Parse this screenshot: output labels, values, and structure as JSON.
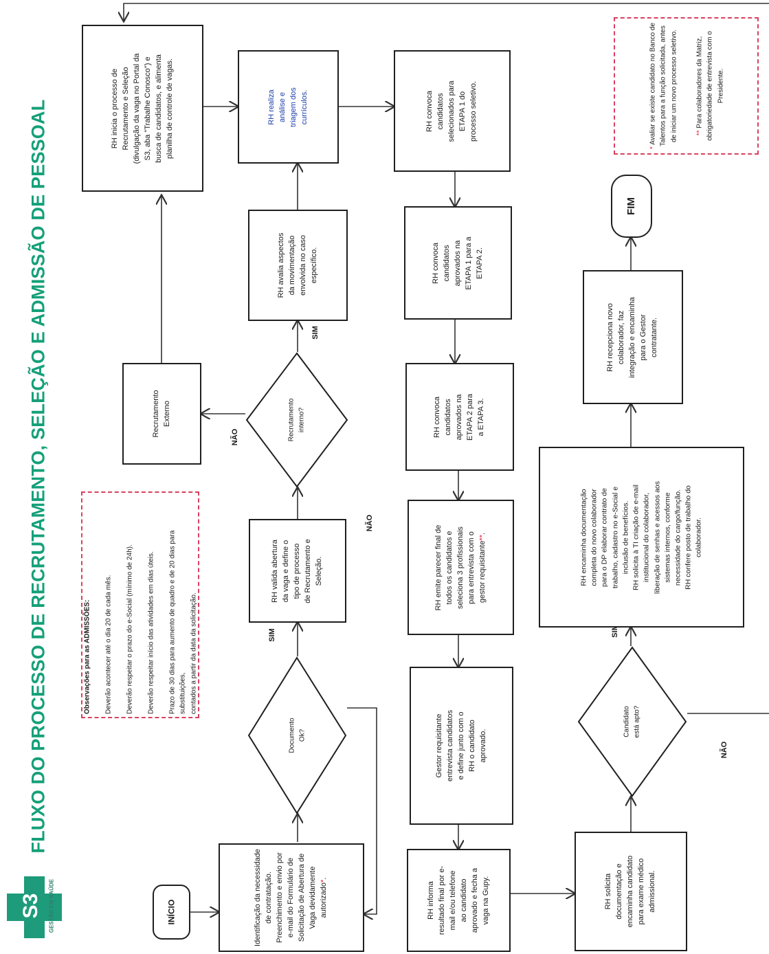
{
  "title": "FLUXO DO PROCESSO DE RECRUTAMENTO, SELEÇÃO E ADMISSÃO DE PESSOAL",
  "logo": {
    "mark": "S3",
    "subtitle": "GESTÃO EM SAÚDE",
    "icon": "medical-cross-logo-icon",
    "color": "#1e9b7b"
  },
  "observacoes": {
    "heading": "Observações para as ADMISSÕES:",
    "items": [
      "Deverão acontecer até o dia 20 de cada mês.",
      "Deverão respeitar o prazo do e-Social (mínimo de 24h).",
      "Deverão respeitar início das atividades em dias úteis.",
      "Prazo de 30 dias para aumento de quadro e de 20 dias para substituições,\ncontados a partir da data da solicitação."
    ]
  },
  "notes": {
    "star_note": "Avaliar se existe candidato no Banco de Talentos para a função solicitada, antes de iniciar um novo processo seletivo.",
    "double_star_note": "Para colaboradores da Matriz, obrigatoriedade de entrevista com o Presidente."
  },
  "nodes": {
    "inicio": "INÍCIO",
    "fim": "FIM",
    "identificacao_a": "Identificação da necessidade\nde contratação.\nPreenchimento e envio por\ne-mail do Formulário de\nSolicitação de Abertura de\nVaga devidamente\nautorizado",
    "documento_ok": "Documento\nOk?",
    "valida_abertura": "RH valida abertura\nda vaga e define o\ntipo de processo\nde Recrutamento e\nSeleção.",
    "recrutamento_interno": "Recrutamento\ninterno?",
    "recrutamento_externo": "Recrutamento\nExterno",
    "avalia_aspectos": "RH avalia aspectos\nda movimentação\nenvolvida no caso\nespecífico.",
    "inicia_processo": "RH inicia o processo de\nRecrutamento e Seleção\n(divulgação da vaga no Portal da\nS3, aba \"Trabalhe Conosco\") e\nbusca de candidatos, e alimenta\nplanilha de controle de vagas.",
    "triagem": "RH realiza\nanálise e\ntriagem dos\ncurrículos.",
    "etapa1": "RH convoca\ncandidatos\nselecionados para\nETAPA 1 do\nprocesso seletivo.",
    "etapa2": "RH convoca\ncandidatos\naprovados na\nETAPA 1 para a\nETAPA 2.",
    "etapa3": "RH convoca\ncandidatos\naprovados na\nETAPA 2 para\na ETAPA 3.",
    "parecer": "RH emite parecer final de\ntodos os candidatos e\nseleciona 3 profissionais\npara entrevista com o\ngestor requisitante",
    "gestor": "Gestor requisitante\nentrevista candidatos\ne define junto com o\nRH o candidato\naprovado.",
    "informa": "RH informa\nresultado final por e-\nmail e/ou telefone\nao candidato\naprovado e fecha a\nvaga na Gupy.",
    "exame": "RH solicita\ndocumentação e\nencaminha candidato\npara exame médico\nadmissional.",
    "candidato_apto": "Candidato\nestá apto?",
    "documentacao": "RH encaminha documentação\ncompleta do novo colaborador\npara o DP elaborar contrato de\ntrabalho, cadastro no e-Social e\ninclusão de benefícios.\nRH solicita à TI criação de e-mail\ninstitucional do colaborador,\nliberação de senhas e acessos aos\nsistemas internos, conforme\nnecessidade do cargo/função.\nRH confere posto de trabalho do\ncolaborador.",
    "recepciona": "RH recepciona novo\ncolaborador, faz\nintegração e encaminha\npara o Gestor\ncontratante."
  },
  "labels": {
    "sim": "SIM",
    "nao": "NÃO"
  },
  "marks": {
    "star": "*",
    "double_star": "**"
  }
}
